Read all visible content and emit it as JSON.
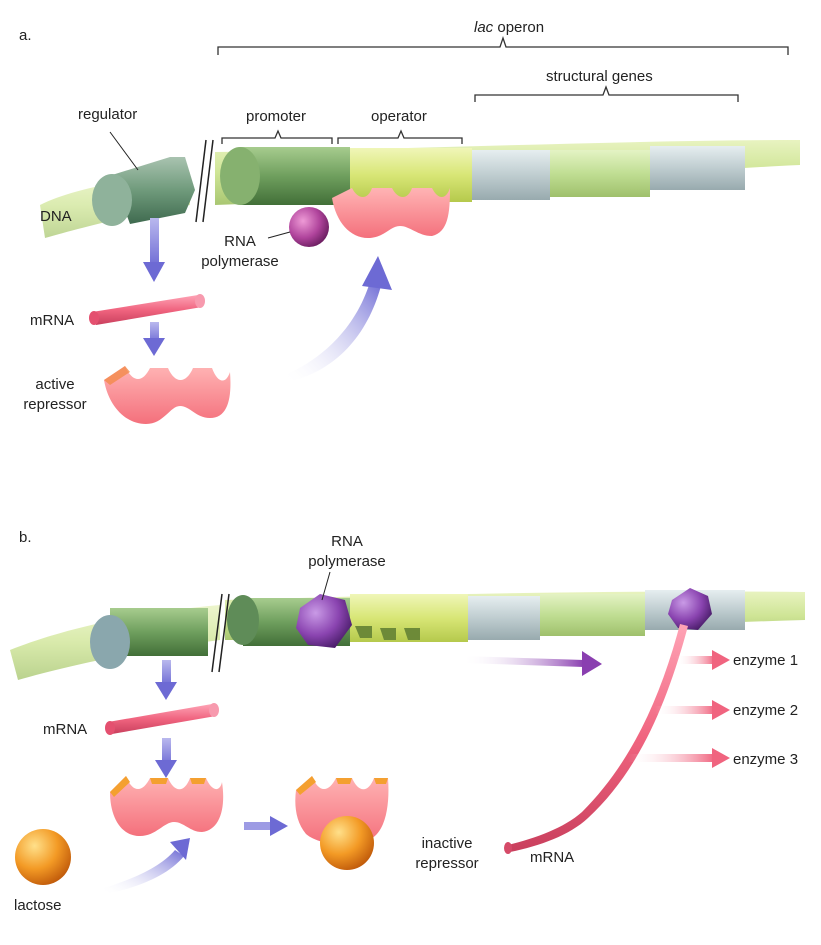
{
  "panel_a": {
    "letter": "a.",
    "operon_label_italic": "lac",
    "operon_label_rest": " operon",
    "structural_genes": "structural genes",
    "regulator": "regulator",
    "promoter": "promoter",
    "operator": "operator",
    "dna": "DNA",
    "rna_polymerase_1": "RNA",
    "rna_polymerase_2": "polymerase",
    "mrna": "mRNA",
    "active_repressor_1": "active",
    "active_repressor_2": "repressor"
  },
  "panel_b": {
    "letter": "b.",
    "rna_polymerase_1": "RNA",
    "rna_polymerase_2": "polymerase",
    "mrna_left": "mRNA",
    "mrna_right": "mRNA",
    "enzyme_1": "enzyme 1",
    "enzyme_2": "enzyme 2",
    "enzyme_3": "enzyme 3",
    "inactive_repressor_1": "inactive",
    "inactive_repressor_2": "repressor",
    "lactose": "lactose"
  },
  "colors": {
    "regulator_gene": "#5f8a6a",
    "promoter_gene": "#5f8f55",
    "operator_gene": "#d6e37a",
    "structural_gray": "#b9c7c8",
    "structural_green": "#b9d98f",
    "repressor": "#f4808a",
    "rna_polymerase": "#b0449c",
    "lactose": "#f09a2a",
    "arrow_blue": "#7a78d8",
    "mrna": "#f0627e"
  }
}
